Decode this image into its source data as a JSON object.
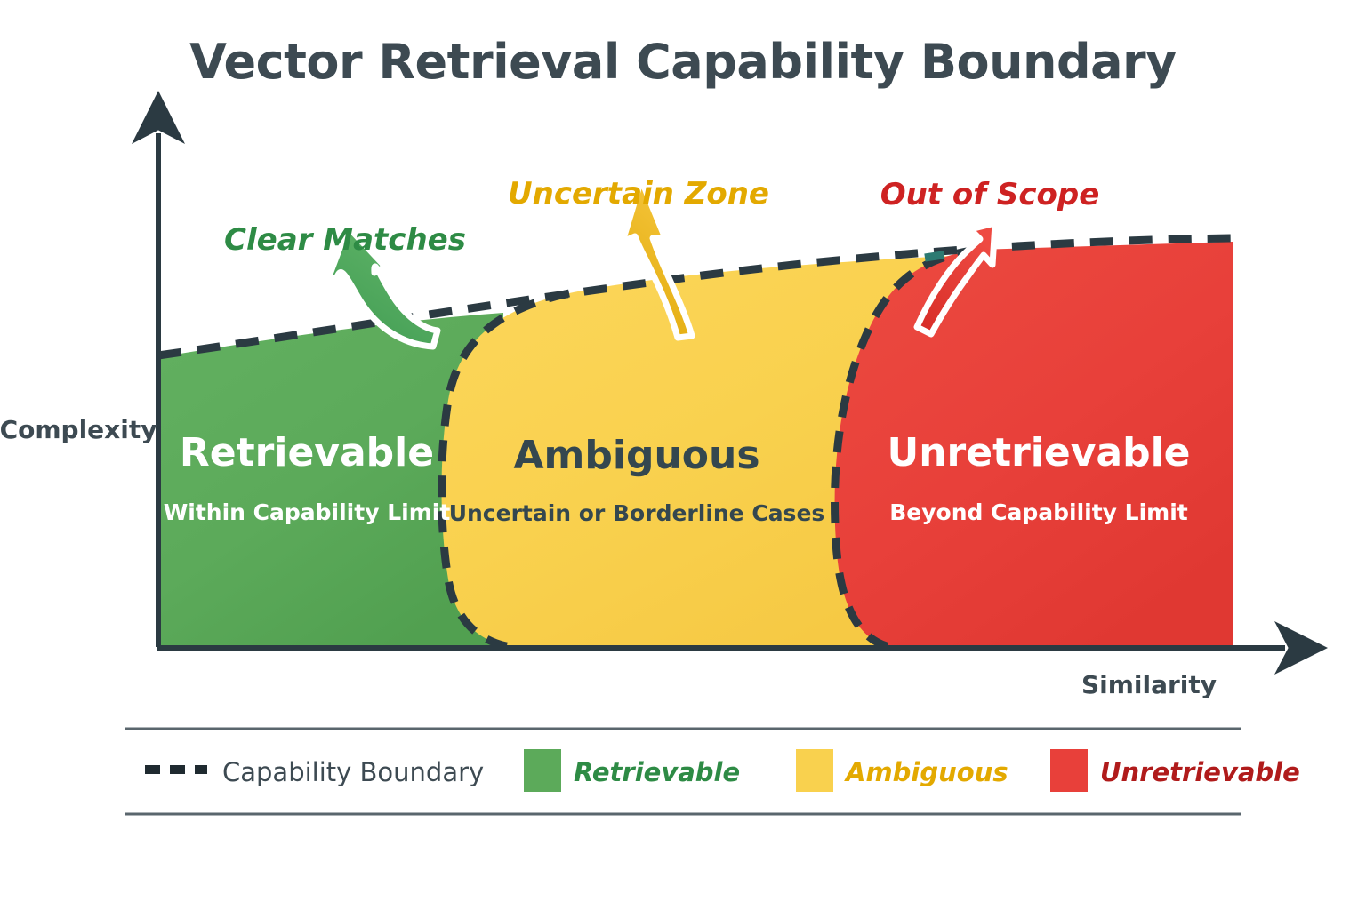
{
  "title": "Vector Retrieval Capability Boundary",
  "axes": {
    "x_label": "Similarity",
    "y_label": "Complexity"
  },
  "zones": [
    {
      "key": "retrievable",
      "title": "Retrievable",
      "subtitle": "Within Capability Limit",
      "color": "#5CAA5A",
      "text_color": "#ffffff"
    },
    {
      "key": "ambiguous",
      "title": "Ambiguous",
      "subtitle": "Uncertain or Borderline Cases",
      "color": "#F9D14E",
      "text_color": "#34474f"
    },
    {
      "key": "unretrievable",
      "title": "Unretrievable",
      "subtitle": "Beyond Capability Limit",
      "color": "#E8403A",
      "text_color": "#ffffff"
    }
  ],
  "annotations": [
    {
      "key": "clear-matches",
      "text": "Clear Matches",
      "color": "#2E8B45"
    },
    {
      "key": "uncertain-zone",
      "text": "Uncertain Zone",
      "color": "#E3A900"
    },
    {
      "key": "out-of-scope",
      "text": "Out of Scope",
      "color": "#CE2222"
    }
  ],
  "legend": {
    "items": [
      {
        "key": "capability-boundary",
        "label": "Capability Boundary",
        "swatch": "dashed-line",
        "color": "#2b3a42",
        "italic": false
      },
      {
        "key": "retrievable",
        "label": "Retrievable",
        "swatch": "square",
        "color": "#5CAA5A",
        "text_color": "#2E8B45",
        "italic": true
      },
      {
        "key": "ambiguous",
        "label": "Ambiguous",
        "swatch": "square",
        "color": "#F9D14E",
        "text_color": "#E3A900",
        "italic": true
      },
      {
        "key": "unretrievable",
        "label": "Unretrievable",
        "swatch": "square",
        "color": "#E8403A",
        "text_color": "#B01B1B",
        "italic": true
      }
    ]
  },
  "chart_data": {
    "type": "area",
    "title": "Vector Retrieval Capability Boundary",
    "xlabel": "Similarity",
    "ylabel": "Complexity",
    "grid": false,
    "legend_position": "bottom",
    "boundary_curve_name": "Capability Boundary",
    "boundary_curve_style": "dashed",
    "regions": [
      {
        "name": "Retrievable",
        "x_start": 0.0,
        "x_end": 0.33,
        "color": "#5CAA5A"
      },
      {
        "name": "Ambiguous",
        "x_start": 0.28,
        "x_end": 0.66,
        "color": "#F9D14E"
      },
      {
        "name": "Unretrievable",
        "x_start": 0.62,
        "x_end": 1.0,
        "color": "#E8403A"
      }
    ],
    "boundary_points": [
      {
        "x": 0.0,
        "y": 0.72
      },
      {
        "x": 0.12,
        "y": 0.79
      },
      {
        "x": 0.25,
        "y": 0.84
      },
      {
        "x": 0.4,
        "y": 0.88
      },
      {
        "x": 0.55,
        "y": 0.92
      },
      {
        "x": 0.7,
        "y": 0.95
      },
      {
        "x": 0.85,
        "y": 0.97
      },
      {
        "x": 1.0,
        "y": 0.98
      }
    ],
    "xlim": [
      0,
      1
    ],
    "ylim": [
      0,
      1
    ]
  }
}
